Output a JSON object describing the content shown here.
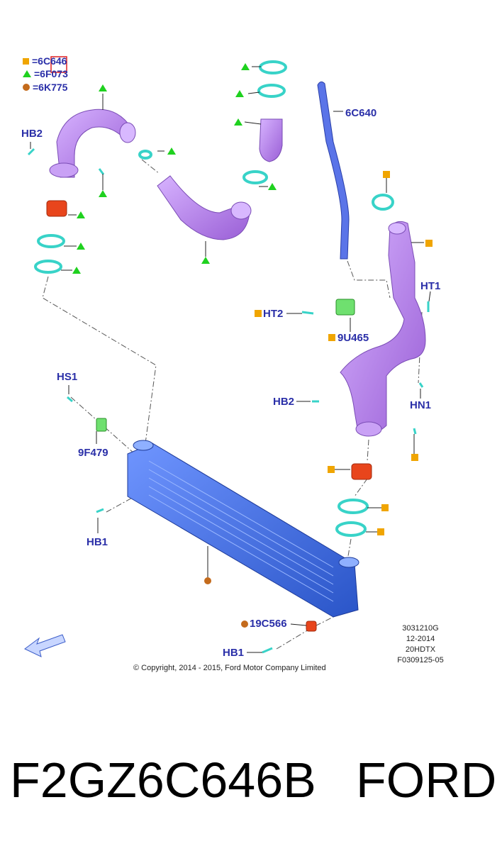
{
  "legend": [
    {
      "symbol": "square",
      "color": "#f0a500",
      "text": "=6C646"
    },
    {
      "symbol": "triangle",
      "color": "#1fd11f",
      "text": "=6F073"
    },
    {
      "symbol": "circle",
      "color": "#c46b1c",
      "text": "=6K775"
    }
  ],
  "labels": {
    "hb2_left": "HB2",
    "c640": "6C640",
    "ht1": "HT1",
    "ht2": "HT2",
    "u465": "9U465",
    "hs1": "HS1",
    "f479": "9F479",
    "hb2_right": "HB2",
    "hn1": "HN1",
    "hb1_left": "HB1",
    "c566": "19C566",
    "hb1_bottom": "HB1"
  },
  "meta": {
    "line1": "3031210G",
    "line2": "12-2014",
    "line3": "20HDTX",
    "line4": "F0309125-05"
  },
  "copyright": "© Copyright, 2014 - 2015, Ford Motor Company Limited",
  "caption": {
    "part_number": "F2GZ6C646B",
    "brand": "FORD"
  },
  "colors": {
    "label": "#2a2fa8",
    "hose_purple": "#b784e8",
    "cooler_blue": "#3c6fe0",
    "clamp_cyan": "#38d3c8",
    "seal_red": "#e8451c",
    "legend_square": "#f0a500",
    "legend_triangle": "#1fd11f",
    "legend_circle": "#c46b1c"
  }
}
